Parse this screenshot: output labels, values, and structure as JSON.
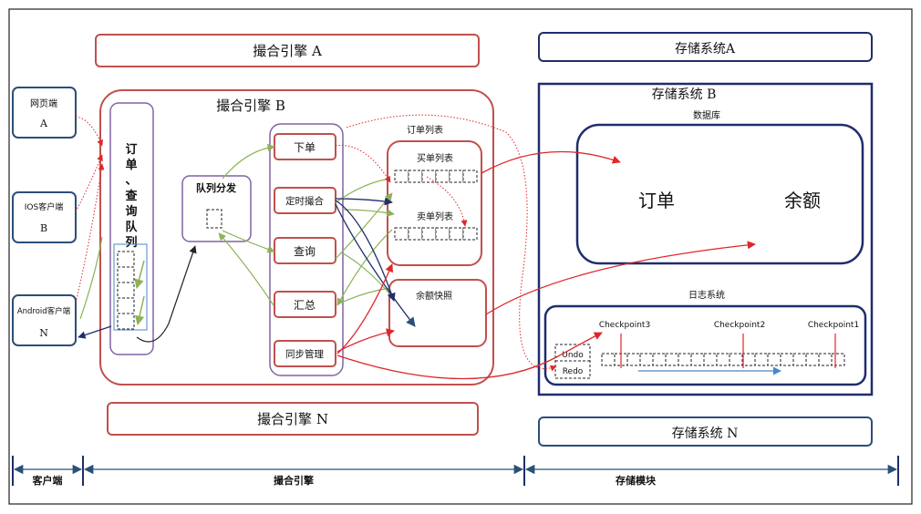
{
  "colors": {
    "red": "#c0504d",
    "navy": "#1f2d6b",
    "teal": "#2a4f7a",
    "purple": "#8064a2",
    "green": "#8db255",
    "arrow_red": "#e0262a"
  },
  "engines": {
    "a_label": "撮合引擎 A",
    "b_label": "撮合引擎 B",
    "n_label": "撮合引擎 N"
  },
  "storage": {
    "a_label": "存储系统A",
    "b_label": "存储系统 B",
    "n_label": "存储系统 N",
    "database_label": "数据库",
    "order_label": "订单",
    "balance_label": "余额",
    "log_system_label": "日志系统",
    "checkpoints": [
      "Checkpoint3",
      "Checkpoint2",
      "Checkpoint1"
    ],
    "undo_label": "Undo",
    "redo_label": "Redo"
  },
  "clients": [
    {
      "name": "网页端",
      "id": "A"
    },
    {
      "name": "IOS客户端",
      "id": "B"
    },
    {
      "name": "Android客户端",
      "id": "N"
    }
  ],
  "queue": {
    "order_query_queue": [
      "订",
      "单",
      "、",
      "查",
      "询",
      "队",
      "列"
    ],
    "dispatch_label": "队列分发"
  },
  "services": [
    "下单",
    "定时撮合",
    "查询",
    "汇总",
    "同步管理"
  ],
  "order_list": {
    "title": "订单列表",
    "buy_list": "买单列表",
    "sell_list": "卖单列表",
    "balance_snapshot": "余额快照"
  },
  "footer": {
    "client": "客户端",
    "engine": "撮合引擎",
    "storage": "存储模块"
  }
}
